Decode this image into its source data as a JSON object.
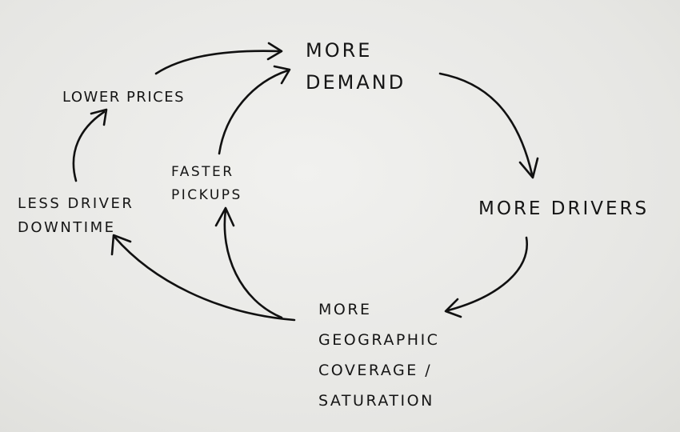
{
  "diagram": {
    "nodes": {
      "more_demand": {
        "lines": [
          "MORE",
          "DEMAND"
        ]
      },
      "more_drivers": {
        "lines": [
          "MORE DRIVERS"
        ]
      },
      "coverage": {
        "lines": [
          "MORE",
          "GEOGRAPHIC",
          "COVERAGE /",
          "SATURATION"
        ]
      },
      "less_downtime": {
        "lines": [
          "LESS DRIVER",
          "DOWNTIME"
        ]
      },
      "faster_pickups": {
        "lines": [
          "FASTER",
          "PICKUPS"
        ]
      },
      "lower_prices": {
        "lines": [
          "LOWER PRICES"
        ]
      }
    },
    "edges": [
      {
        "from": "more_demand",
        "to": "more_drivers"
      },
      {
        "from": "more_drivers",
        "to": "coverage"
      },
      {
        "from": "coverage",
        "to": "less_downtime"
      },
      {
        "from": "coverage",
        "to": "faster_pickups"
      },
      {
        "from": "less_downtime",
        "to": "lower_prices"
      },
      {
        "from": "lower_prices",
        "to": "more_demand"
      },
      {
        "from": "faster_pickups",
        "to": "more_demand"
      }
    ],
    "colors": {
      "ink": "#111111",
      "paper": "#e9e9e7"
    }
  }
}
